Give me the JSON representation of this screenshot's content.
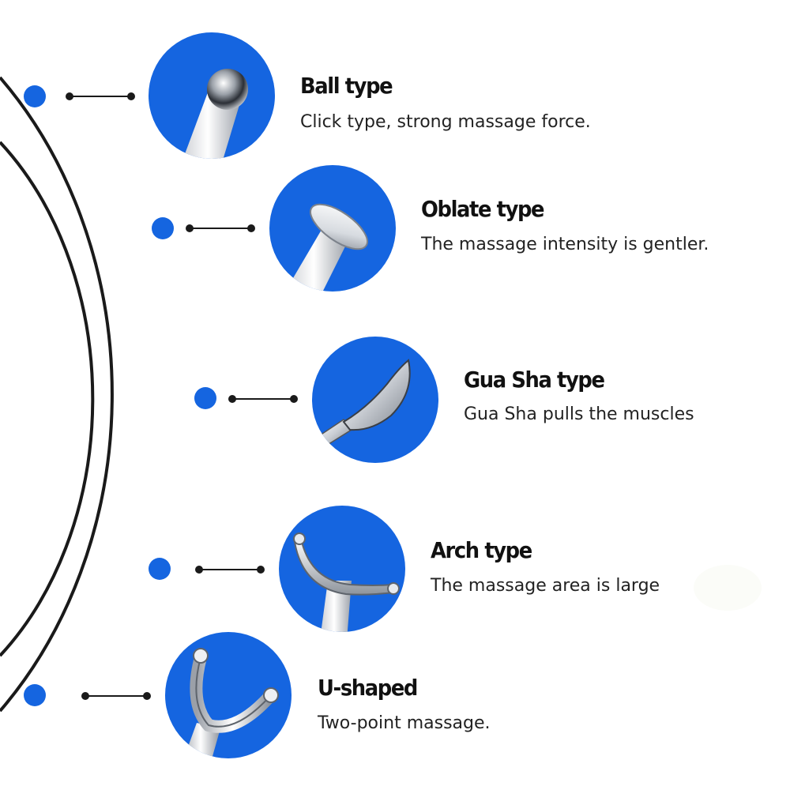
{
  "colors": {
    "accent": "#1565e0",
    "line": "#1a1a1a",
    "text": "#222222"
  },
  "items": [
    {
      "title": "Ball type",
      "description": "Click type, strong massage force.",
      "icon": "ball-head-icon"
    },
    {
      "title": "Oblate type",
      "description": "The massage intensity is gentler.",
      "icon": "oblate-head-icon"
    },
    {
      "title": "Gua Sha type",
      "description": "Gua Sha pulls the muscles",
      "icon": "gua-sha-head-icon"
    },
    {
      "title": "Arch type",
      "description": "The massage area is large",
      "icon": "arch-head-icon"
    },
    {
      "title": "U-shaped",
      "description": "Two-point massage.",
      "icon": "u-shaped-head-icon"
    }
  ]
}
